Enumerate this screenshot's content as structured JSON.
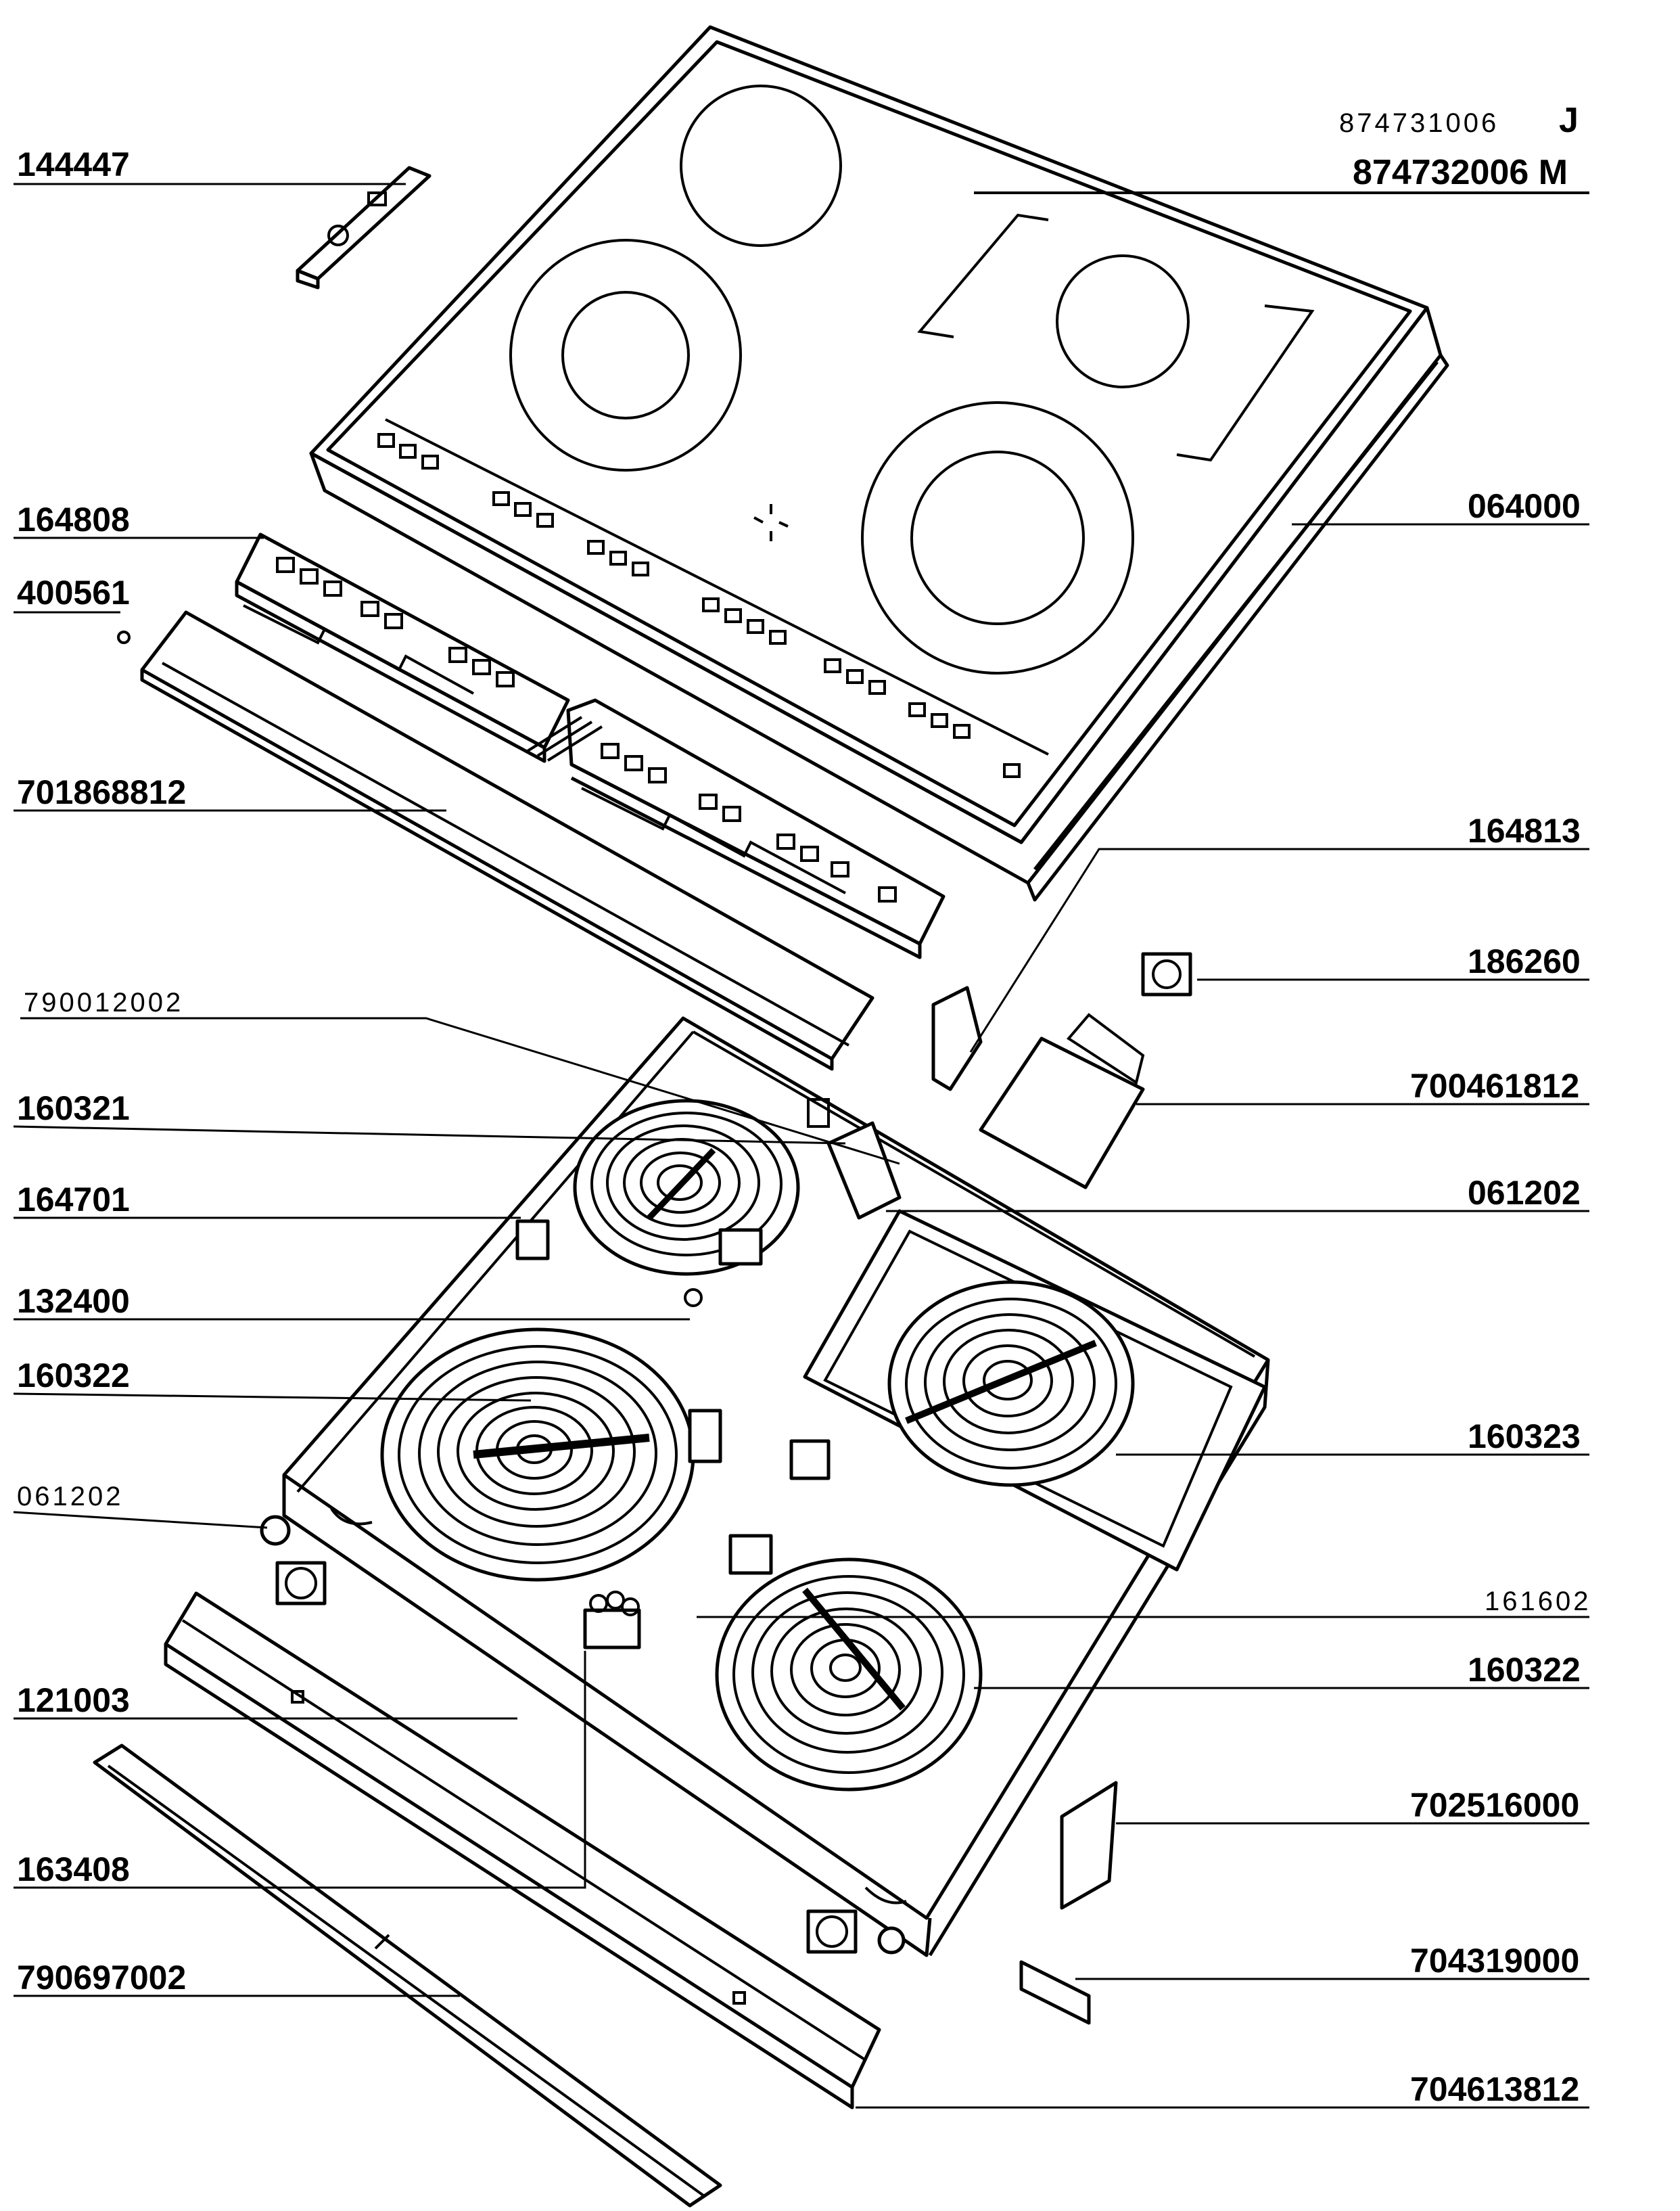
{
  "diagram": {
    "header": {
      "code_j": "874731006",
      "suffix_j": "J",
      "code_m": "874732006 M"
    },
    "labels": [
      {
        "key": "l144447",
        "text": "144447"
      },
      {
        "key": "l164808",
        "text": "164808"
      },
      {
        "key": "l400561",
        "text": "400561"
      },
      {
        "key": "l701868812",
        "text": "701868812"
      },
      {
        "key": "l790012002",
        "text": "790012002"
      },
      {
        "key": "l160321",
        "text": "160321"
      },
      {
        "key": "l164701",
        "text": "164701"
      },
      {
        "key": "l132400",
        "text": "132400"
      },
      {
        "key": "l160322a",
        "text": "160322"
      },
      {
        "key": "l061202b",
        "text": "061202"
      },
      {
        "key": "l121003",
        "text": "121003"
      },
      {
        "key": "l163408",
        "text": "163408"
      },
      {
        "key": "l790697002",
        "text": "790697002"
      },
      {
        "key": "l064000",
        "text": "064000"
      },
      {
        "key": "l164813",
        "text": "164813"
      },
      {
        "key": "l186260",
        "text": "186260"
      },
      {
        "key": "l700461812",
        "text": "700461812"
      },
      {
        "key": "l061202a",
        "text": "061202"
      },
      {
        "key": "l160323",
        "text": "160323"
      },
      {
        "key": "l161602",
        "text": "161602"
      },
      {
        "key": "l160322b",
        "text": "160322"
      },
      {
        "key": "l702516000",
        "text": "702516000"
      },
      {
        "key": "l704319000",
        "text": "704319000"
      },
      {
        "key": "l704613812",
        "text": "704613812"
      }
    ]
  }
}
